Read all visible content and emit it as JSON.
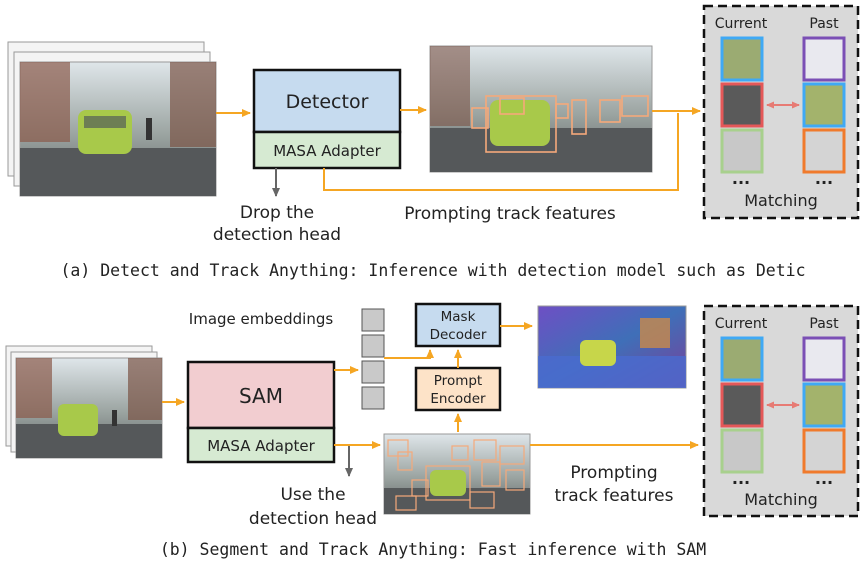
{
  "panel_a": {
    "detector_label": "Detector",
    "adapter_label": "MASA Adapter",
    "drop_label_line1": "Drop the",
    "drop_label_line2": "detection head",
    "prompting_label": "Prompting track features",
    "matching": {
      "current_label": "Current",
      "past_label": "Past",
      "dots_left": "...",
      "dots_right": "...",
      "matching_label": "Matching"
    },
    "caption": "(a) Detect and Track Anything: Inference with detection model such as Detic"
  },
  "panel_b": {
    "image_embeddings_label": "Image embeddings",
    "sam_label": "SAM",
    "adapter_label": "MASA Adapter",
    "mask_decoder_line1": "Mask",
    "mask_decoder_line2": "Decoder",
    "prompt_encoder_line1": "Prompt",
    "prompt_encoder_line2": "Encoder",
    "use_label_line1": "Use the",
    "use_label_line2": "detection head",
    "prompting_line1": "Prompting",
    "prompting_line2": "track features",
    "matching": {
      "current_label": "Current",
      "past_label": "Past",
      "dots_left": "...",
      "dots_right": "...",
      "matching_label": "Matching"
    },
    "caption": "(b) Segment and Track Anything: Fast inference with SAM"
  },
  "colors": {
    "arrow_orange": "#f5a623",
    "detector_blue": "#c6dbef",
    "adapter_green": "#d6ead2",
    "sam_pink": "#f2cdd0",
    "prompt_encoder_peach": "#fde3c8",
    "matching_panel_gray": "#d9d9d9",
    "thumb_blue": "#3fa9f5",
    "thumb_red": "#e45858",
    "thumb_green": "#a8d08d",
    "thumb_purple": "#7b4fb5",
    "thumb_orange": "#f07a2c",
    "match_arrow_red": "#e77b74"
  }
}
